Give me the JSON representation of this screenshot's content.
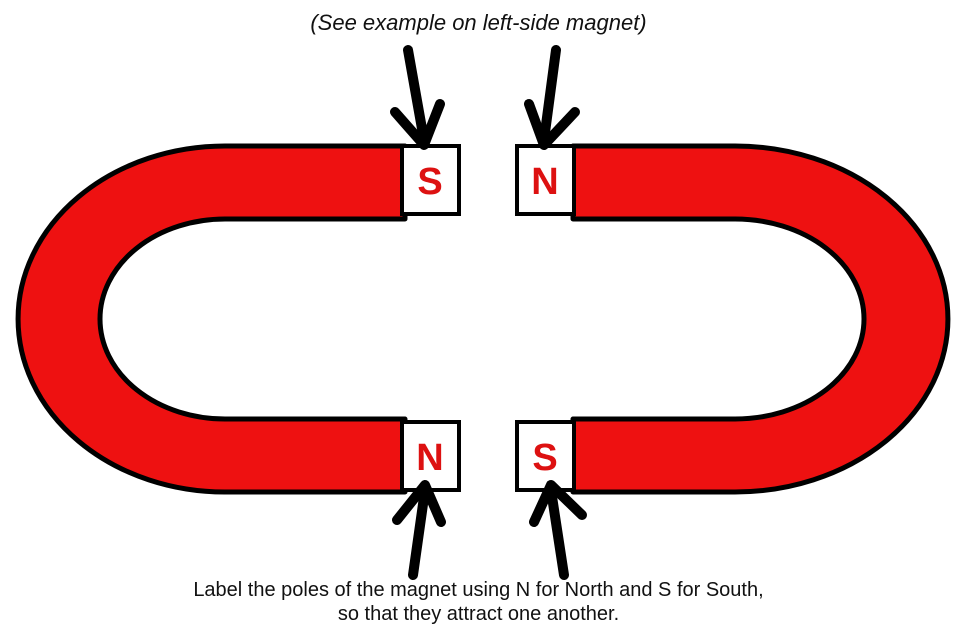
{
  "top_caption": "(See example on left-side magnet)",
  "instructions": {
    "line1": "Label the poles of the magnet using N for North and S for South,",
    "line2": "so that they attract one another."
  },
  "poles": {
    "left_top": "S",
    "right_top": "N",
    "left_bottom": "N",
    "right_bottom": "S"
  },
  "colors": {
    "magnet_body": "#ee1111",
    "outline": "#000000",
    "pole_label": "#dd1111",
    "pole_box": "#ffffff"
  }
}
